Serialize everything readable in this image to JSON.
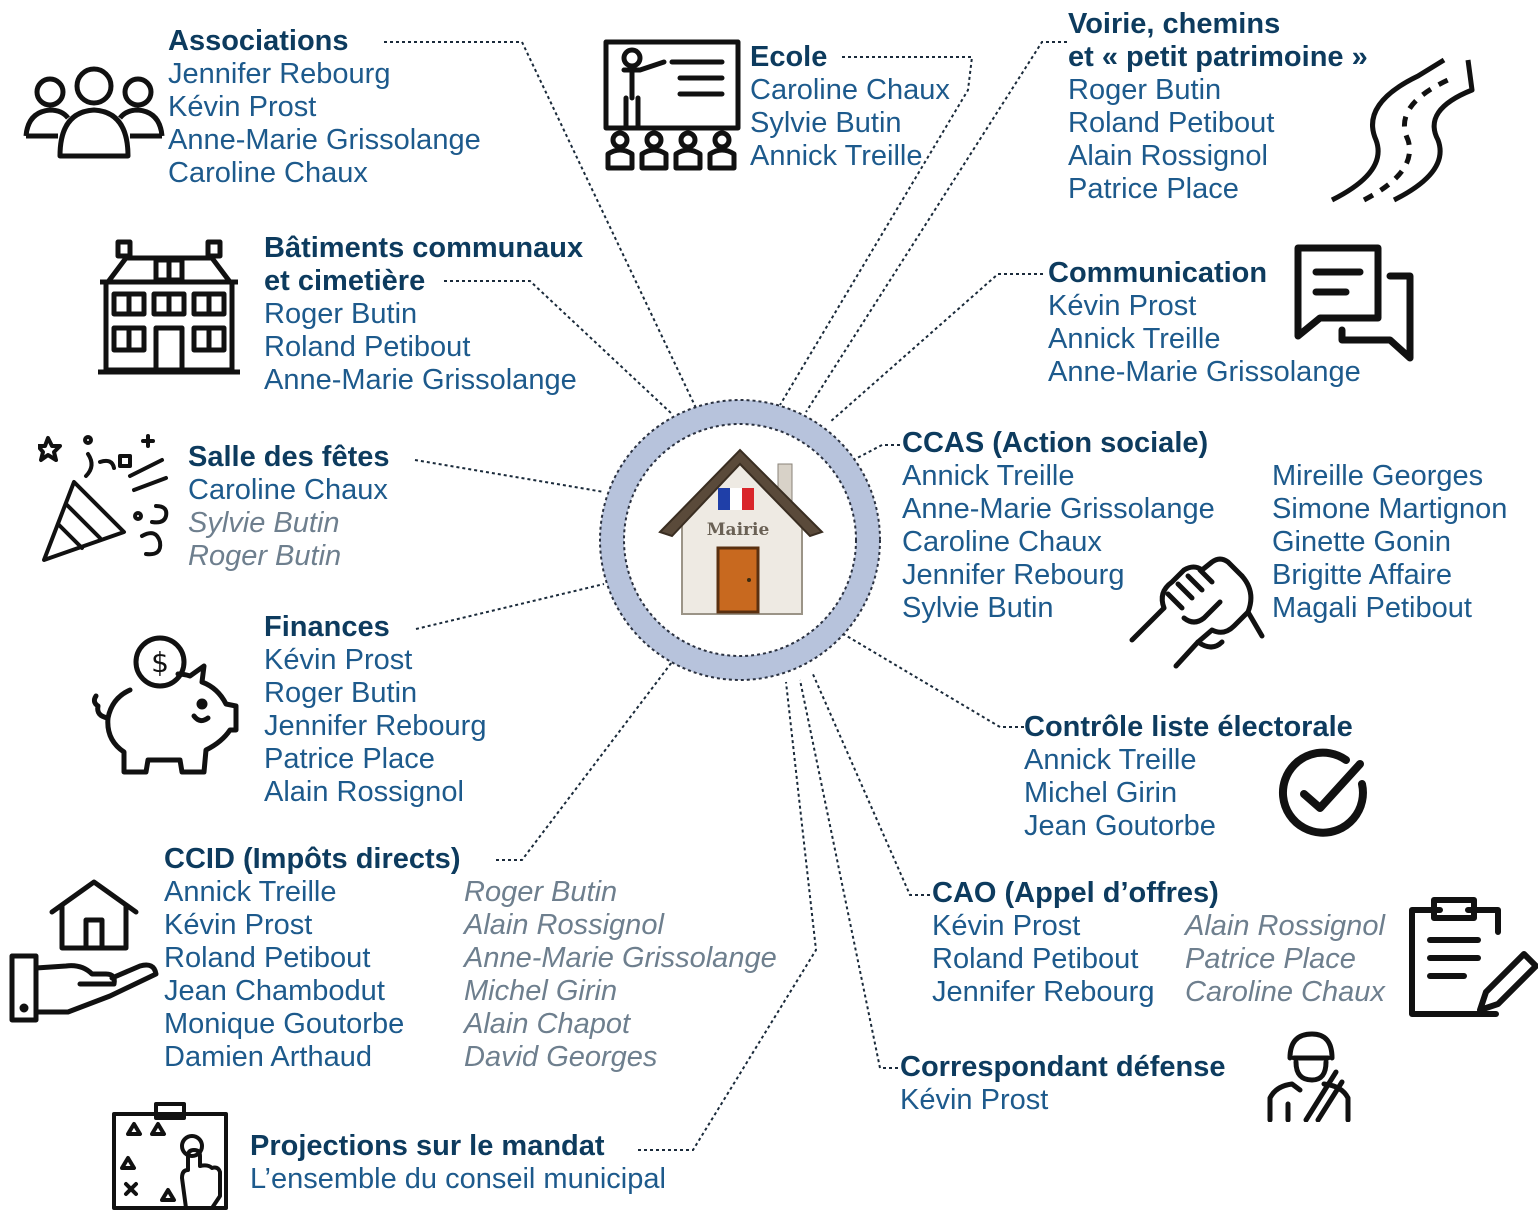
{
  "center": {
    "label": "Mairie"
  },
  "colors": {
    "title": "#0d3b5e",
    "member": "#1d5a8c",
    "substitute": "#6e7f8e",
    "ring": "#b7c3dc",
    "icon": "#111111"
  },
  "groups": {
    "associations": {
      "title": "Associations",
      "members": [
        "Jennifer Rebourg",
        "Kévin Prost",
        "Anne-Marie Grissolange",
        "Caroline Chaux"
      ],
      "icon": "people-group-icon"
    },
    "ecole": {
      "title": "Ecole",
      "members": [
        "Caroline Chaux",
        "Sylvie Butin",
        "Annick Treille"
      ],
      "icon": "teacher-class-icon"
    },
    "voirie": {
      "title_line1": "Voirie, chemins",
      "title_line2": "et « petit patrimoine »",
      "members": [
        "Roger Butin",
        "Roland Petibout",
        "Alain Rossignol",
        "Patrice Place"
      ],
      "icon": "road-icon"
    },
    "batiments": {
      "title_line1": "Bâtiments communaux",
      "title_line2": "et cimetière",
      "members": [
        "Roger Butin",
        "Roland Petibout",
        "Anne-Marie Grissolange"
      ],
      "icon": "building-icon"
    },
    "communication": {
      "title": "Communication",
      "members": [
        "Kévin Prost",
        "Annick Treille",
        "Anne-Marie Grissolange"
      ],
      "icon": "chat-bubbles-icon"
    },
    "salle": {
      "title": "Salle des fêtes",
      "members": [
        "Caroline Chaux"
      ],
      "substitutes": [
        "Sylvie Butin",
        "Roger Butin"
      ],
      "icon": "party-popper-icon"
    },
    "ccas": {
      "title": "CCAS (Action sociale)",
      "members": [
        "Annick Treille",
        "Anne-Marie Grissolange",
        "Caroline Chaux",
        "Jennifer Rebourg",
        "Sylvie Butin"
      ],
      "members2": [
        "Mireille Georges",
        "Simone Martignon",
        "Ginette Gonin",
        "Brigitte Affaire",
        "Magali Petibout"
      ],
      "icon": "handshake-icon"
    },
    "finances": {
      "title": "Finances",
      "members": [
        "Kévin Prost",
        "Roger Butin",
        "Jennifer Rebourg",
        "Patrice Place",
        "Alain Rossignol"
      ],
      "icon": "piggy-bank-icon"
    },
    "controle": {
      "title": "Contrôle liste électorale",
      "members": [
        "Annick Treille",
        "Michel Girin",
        "Jean Goutorbe"
      ],
      "icon": "check-circle-icon"
    },
    "ccid": {
      "title": "CCID (Impôts directs)",
      "members": [
        "Annick Treille",
        "Kévin Prost",
        "Roland Petibout",
        "Jean Chambodut",
        "Monique Goutorbe",
        "Damien Arthaud"
      ],
      "substitutes": [
        "Roger Butin",
        "Alain Rossignol",
        "Anne-Marie Grissolange",
        "Michel Girin",
        "Alain Chapot",
        "David Georges"
      ],
      "icon": "house-hand-icon"
    },
    "cao": {
      "title": "CAO (Appel d’offres)",
      "members": [
        "Kévin Prost",
        "Roland Petibout",
        "Jennifer Rebourg"
      ],
      "substitutes": [
        "Alain Rossignol",
        "Patrice Place",
        "Caroline Chaux"
      ],
      "icon": "clipboard-pencil-icon"
    },
    "defense": {
      "title": "Correspondant défense",
      "members": [
        "Kévin Prost"
      ],
      "icon": "soldier-icon"
    },
    "projections": {
      "title": "Projections sur le mandat",
      "members": [
        "L’ensemble du conseil municipal"
      ],
      "icon": "strategy-board-icon"
    }
  }
}
